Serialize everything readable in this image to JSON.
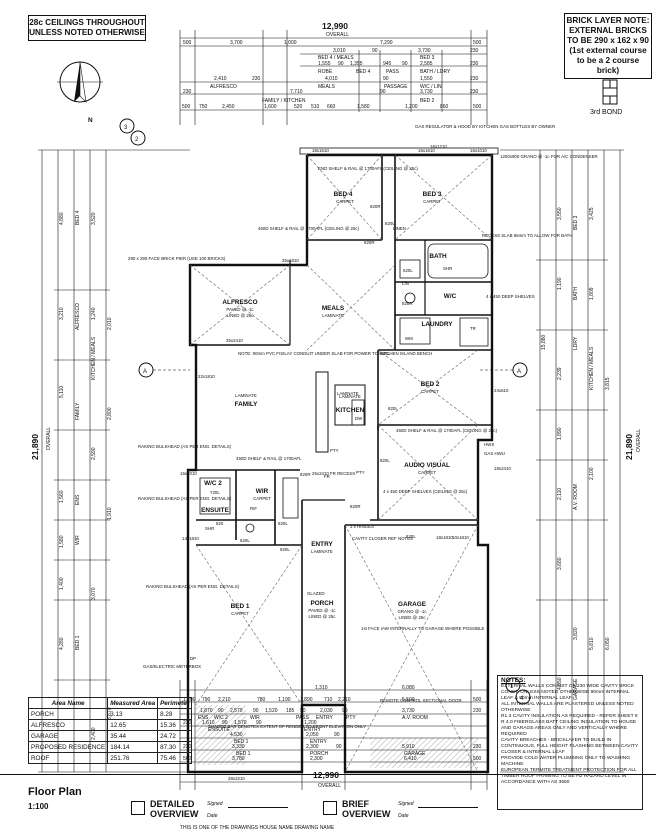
{
  "notes_top": {
    "ceilings": "28c CEILINGS THROUGHOUT UNLESS NOTED OTHERWISE"
  },
  "brick_note": {
    "text": "BRICK LAYER NOTE: EXTERNAL BRICKS TO BE 290 x 162 x 90 (1st external course to be a 2 course brick)",
    "bond": "3rd BOND"
  },
  "compass": {
    "label": "N",
    "marker_a": "2",
    "marker_b": "3",
    "marker_c": "1",
    "marker_d": "4",
    "section_a": "A"
  },
  "dims_top": {
    "overall_top": "12,990",
    "overall_label": "OVERALL",
    "r1": [
      "500",
      "3,700",
      "1,000",
      "7,290",
      "500"
    ],
    "r2": [
      "3,010",
      "90",
      "3,730",
      "230"
    ],
    "r3": [
      "BED 4 / MEALS",
      "BED 3"
    ],
    "r4": [
      "1,555",
      "90",
      "1,355",
      "945",
      "90",
      "2,585",
      "230"
    ],
    "r5": [
      "ROBE",
      "BED 4",
      "PASS",
      "BATH / LDRY"
    ],
    "r6": [
      "2,410",
      "230",
      "4,010",
      "90",
      "1,550",
      "230"
    ],
    "r7": [
      "ALFRESCO",
      "MEALS",
      "PASSAGE",
      "W/C / LIN"
    ],
    "r8": [
      "230",
      "7,710",
      "90",
      "3,730",
      "230"
    ],
    "r9": [
      "FAMILY / KITCHEN",
      "BED 2"
    ],
    "r10": [
      "500",
      "750",
      "2,450",
      "1,600",
      "520",
      "510",
      "660",
      "1,580",
      "1,200",
      "860",
      "500"
    ]
  },
  "dims_left": {
    "overall": "21,890",
    "overall_label": "OVERALL",
    "v1": [
      "4,880",
      "1,240",
      "3,210",
      "2,800",
      "2,590",
      "1,560",
      "1,580",
      "1,400",
      "3,070",
      "2,400"
    ],
    "v1_labels": [
      "BED 4",
      "ALFRESCO",
      "KITCHEN / MEALS",
      "FAMILY",
      "ENS",
      "WIR",
      "BED 1"
    ],
    "v2": [
      "3,520",
      "2,010",
      "5,110",
      "1,910",
      "4,280",
      "3,670"
    ]
  },
  "dims_right": {
    "overall": "21,890",
    "overall_label": "OVERALL",
    "overall_mid": "15,880",
    "v1": [
      "3,550",
      "1,190",
      "2,239",
      "1,890",
      "2,110",
      "3,680",
      "4,050",
      "3,820"
    ],
    "v1_labels": [
      "BED 3",
      "BATH",
      "LDRY",
      "KITCHEN / MEALS",
      "A.V. ROOM",
      "GARAGE"
    ],
    "v2": [
      "3,425",
      "1,809",
      "3,815",
      "2,100",
      "5,810",
      "6,050"
    ]
  },
  "rooms": {
    "bed4": {
      "name": "BED 4",
      "finish": "CARPET"
    },
    "bed3": {
      "name": "BED 3",
      "finish": "CARPET"
    },
    "bath": {
      "name": "BATH"
    },
    "wc": {
      "name": "W/C"
    },
    "laundry": {
      "name": "LAUNDRY"
    },
    "meals": {
      "name": "MEALS",
      "finish": "LAMINATE"
    },
    "alfresco": {
      "name": "ALFRESCO",
      "finish": "PAVED @ -1c",
      "ceiling": "LINED @ 25c"
    },
    "family": {
      "name": "FAMILY",
      "finish": "LAMINATE"
    },
    "kitchen": {
      "name": "KITCHEN",
      "finish": "LAMINATE"
    },
    "bed2": {
      "name": "BED 2",
      "finish": "CARPET"
    },
    "av": {
      "name": "AUDIO VISUAL",
      "finish": "CARPET"
    },
    "wc2": {
      "name": "W/C 2"
    },
    "wir": {
      "name": "WIR",
      "finish": "CARPET"
    },
    "ensuite": {
      "name": "ENSUITE"
    },
    "entry": {
      "name": "ENTRY",
      "finish": "LAMINATE"
    },
    "porch": {
      "name": "PORCH",
      "finish": "PAVED @ -1c",
      "ceiling": "LINED @ 25c"
    },
    "bed1": {
      "name": "BED 1",
      "finish": "CARPET"
    },
    "garage": {
      "name": "GARAGE",
      "finish": "GRANO @ -1c",
      "ceiling": "LINED @ 25c"
    }
  },
  "annotations": {
    "gas_reg": "GAS REGULATOR & HOOD BY KITCHEN GAS BOTTLES BY OWNER",
    "grano": "1200x900 GRANO @ -1c FOR A/C CONDENSER",
    "bed4_shelf": "END SHELF & RAIL @ 1700AFL (CEILING @ 25c)",
    "shelf_450": "450D SHELF & RAIL @ 1700AFL (CEILING @ 25c)",
    "recess_slab": "RECESS SLAB 65mm TO ALLOW FOR BATH",
    "deep_shelves": "4 x 450 DEEP SHELVES",
    "brick_pier": "290 x 290 FACE BRICK PIER (USE 100 BRICKS)",
    "pvc_conduit": "NOTE: 90mm PVC FISILAY CONDUIT UNDER SLAB FOR POWER TO KITCHEN ISLAND BENCH",
    "laminate": "LAMINATE",
    "gas_hwu": "GAS HWU",
    "shelf_av": "450D SHELF & RAIL @ 1700AFL (CEILING @ 25c)",
    "av_shelves": "4 x 450 DEEP SHELVES (CEILING @ 25c)",
    "wir_shelf": "450D SHELF & RAIL @ 1700AFL",
    "raking1": "RAKING BULKHEAD (AS PER ENG. DETAILS)",
    "raking2": "RAKING BULKHEAD (AS PER ENG. DETAILS)",
    "raking3": "RAKING BULKHEAD (AS PER ENG. DETAILS)",
    "meterbox": "GAS/ELECTRIC METERBOX",
    "cavity_closer": "CAVITY CLOSER REF NOTES",
    "hinges": "3 x HINGES",
    "garage_entry": "1st FACE IAW INTERNALLY TO GARAGE WHERE POSSIBLE",
    "door": "REMOTE CONTROL SECTIONAL DOOR",
    "render": "SHADED BAR DENOTES EXTENT OF RENDER TO FRONT ELEVATION ONLY",
    "glazed": "GLAZED",
    "fridge_recess": "FR RECESS",
    "door_sizes": [
      "820R",
      "820L",
      "820R",
      "620L",
      "820R",
      "820L",
      "820L",
      "820L",
      "820R",
      "820L",
      "820",
      "620L",
      "820L",
      "820R",
      "820L",
      "720L"
    ],
    "window_sizes": [
      "18x1610",
      "16x1610",
      "16x1010",
      "25x1810",
      "22x1810",
      "25x2410",
      "25x2410",
      "24x610",
      "18x2410",
      "16x1010",
      "14x1810",
      "28x2210",
      "16x1210",
      "18x1810",
      "10x1810"
    ],
    "misc": [
      "PTY",
      "LIN",
      "LINEN",
      "FR",
      "DW",
      "WM",
      "TR",
      "HWS",
      "SHR",
      "PTY",
      "RIF",
      "SHR",
      "DP"
    ]
  },
  "dims_bottom": {
    "r1": [
      "1,310",
      "6,080"
    ],
    "r2": [
      "1,200",
      "790",
      "2,210",
      "780",
      "1,190",
      "1,890",
      "710",
      "2,210",
      "5,500",
      "500"
    ],
    "r3": [
      "1,870",
      "90",
      "2,570",
      "90",
      "1,520",
      "185",
      "90",
      "2,030",
      "90",
      "3,730",
      "230"
    ],
    "r4": [
      "ENS",
      "W/C 2",
      "WIR",
      "PASS",
      "ENTRY",
      "PTY",
      "A.V. ROOM"
    ],
    "r5": [
      "230",
      "1,610",
      "90",
      "1,570",
      "90",
      "1,200"
    ],
    "r6": [
      "ENSUITE",
      "ENTRY"
    ],
    "r7": [
      "4,530",
      "2,050",
      "90"
    ],
    "r8": [
      "BED 1",
      "ENTRY"
    ],
    "r9": [
      "230",
      "3,330",
      "2,300",
      "90",
      "5,910",
      "230"
    ],
    "r10": [
      "BED 1",
      "PORCH",
      "GARAGE"
    ],
    "r11": [
      "500",
      "3,780",
      "2,300",
      "6,410",
      "500"
    ],
    "overall": "12,990",
    "overall_label": "OVERALL"
  },
  "area_table": {
    "headers": [
      "Area Name",
      "Measured Area",
      "Perimeter"
    ],
    "rows": [
      [
        "PORCH",
        "3.13",
        "8.28"
      ],
      [
        "ALFRESCO",
        "12.65",
        "15.36"
      ],
      [
        "GARAGE",
        "35.44",
        "24.72"
      ],
      [
        "PROPOSED RESIDENCE",
        "184.14",
        "87.30"
      ],
      [
        "ROOF",
        "251.76",
        "75.46"
      ]
    ]
  },
  "notes": {
    "heading": "NOTES:",
    "items": [
      "EXTERNAL WALLS CONSIST OF 230 WIDE CAVITY BRICK CONST. UNLESS NOTED OTHERWISE 90mm INTERNAL LEAF & 90mm INTERNAL LEAF",
      "ALL INTERNAL WALLS ARE PLASTERED UNLESS NOTED OTHERWISE",
      "R1.3 CAVITY INSULATION AS REQUIRED - REFER SHEET 8",
      "R 4.0 FIBERGLASS BATT CEILING INSULATION TO HOUSE AND GARAGE AREAS ONLY AND VERTICALLY WHERE REQUIRED",
      "CAVITY BREACHES - BRICKLAYER TO BUILD IN CONTINUOUS, FULL HEIGHT FLASHING BETWEEN CAVITY CLOSER & INTERNAL LEAF",
      "PROVIDE COLD WATER PLUMBING ONLY TO WASHING MACHINE",
      "EUROPEAN TERMITE TREATMENT PROTECTION FOR ALL TIMBER ROOF FRAMING TO BE H2 HAZARD LEVEL IN ACCORDANCE WITH AS 3660"
    ]
  },
  "footer": {
    "plan_title": "Floor Plan",
    "scale": "1:100",
    "detailed": "DETAILED OVERVIEW",
    "brief": "BRIEF OVERVIEW",
    "signed": "Signed",
    "date": "Date",
    "strip": "THIS IS ONE OF THE DRAWINGS    HOUSE NAME                          DRAWING NAME"
  }
}
